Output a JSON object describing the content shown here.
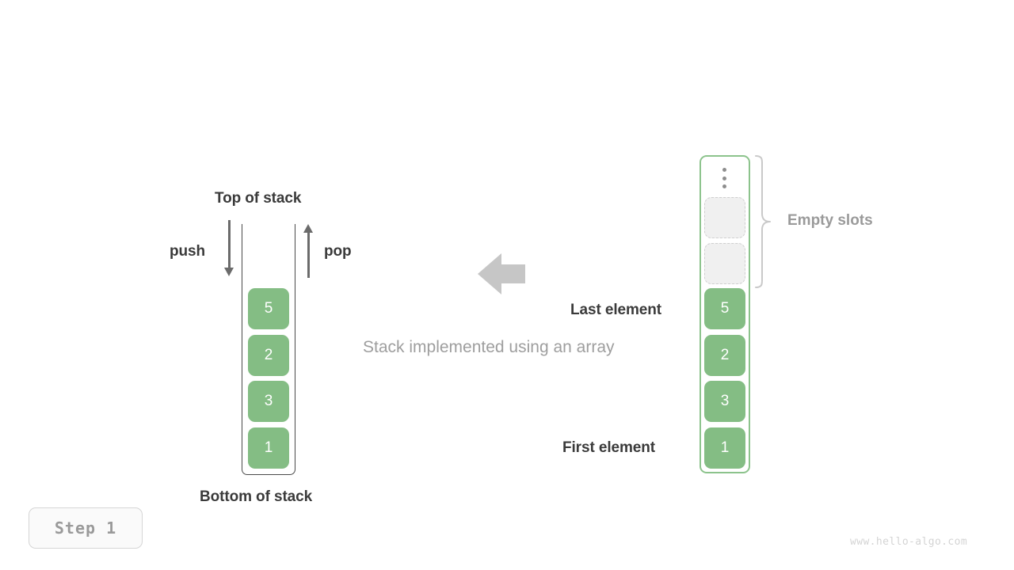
{
  "diagram": {
    "caption": "Stack implemented using an array",
    "left_stack": {
      "top_label": "Top of stack",
      "bottom_label": "Bottom of stack",
      "push_label": "push",
      "pop_label": "pop",
      "cells": [
        {
          "value": "5"
        },
        {
          "value": "2"
        },
        {
          "value": "3"
        },
        {
          "value": "1"
        }
      ]
    },
    "right_array": {
      "empty_slots_label": "Empty slots",
      "last_element_label": "Last element",
      "first_element_label": "First element",
      "ellipsis": "vertical-ellipsis",
      "empty_slot_count": 2,
      "cells": [
        {
          "value": "5"
        },
        {
          "value": "2"
        },
        {
          "value": "3"
        },
        {
          "value": "1"
        }
      ]
    }
  },
  "step_badge": {
    "text": "Step 1"
  },
  "watermark": {
    "text": "www.hello-algo.com"
  },
  "colors": {
    "cell_fill": "#84bd84",
    "array_border": "#8cc38c",
    "stack_border": "#4a4a4a",
    "empty_slot_fill": "#f0f0f0",
    "empty_slot_border": "#cfcfcf",
    "arrow_gray": "#6b6b6b",
    "transform_arrow": "#c6c6c6",
    "text_dark": "#3a3a3a",
    "text_gray": "#9e9e9e"
  }
}
